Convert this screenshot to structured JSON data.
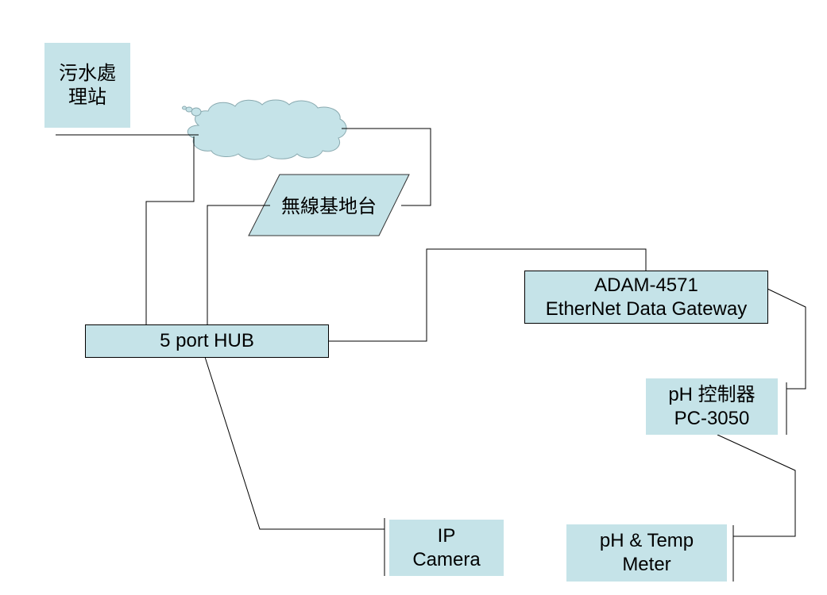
{
  "nodes": {
    "station": {
      "line1": "污水處",
      "line2": "理站"
    },
    "base_station": {
      "label": "無線基地台"
    },
    "hub": {
      "label": "5 port HUB"
    },
    "adam": {
      "line1": "ADAM-4571",
      "line2": "EtherNet Data Gateway"
    },
    "ph_controller": {
      "line1": "pH 控制器",
      "line2": "PC-3050"
    },
    "ip_camera": {
      "line1": "IP",
      "line2": "Camera"
    },
    "ph_meter": {
      "line1": "pH & Temp",
      "line2": "Meter"
    }
  },
  "colors": {
    "box_fill": "#c5e3e8",
    "cloud_fill": "#c5e3e8",
    "line": "#000000"
  }
}
